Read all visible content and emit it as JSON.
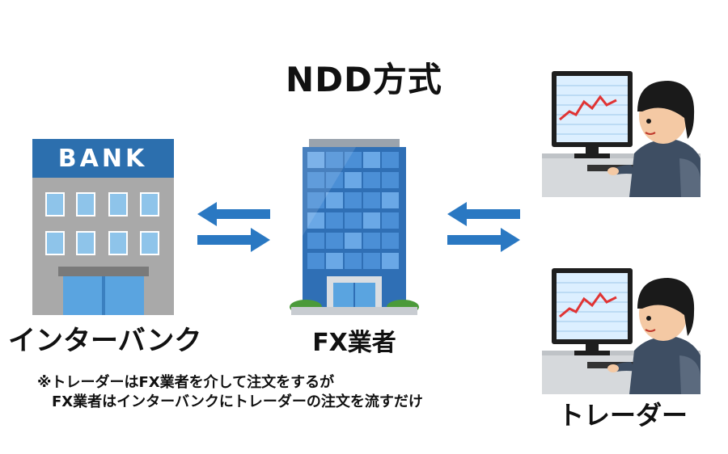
{
  "diagram": {
    "title": "NDD方式",
    "bank_sign": "BANK",
    "nodes": {
      "interbank": {
        "label": "インターバンク"
      },
      "fx_dealer": {
        "label": "FX業者"
      },
      "trader": {
        "label": "トレーダー"
      }
    },
    "note": {
      "line1": "※トレーダーはFX業者を介して注文をするが",
      "line2": "FX業者はインターバンクにトレーダーの注文を流すだけ"
    },
    "colors": {
      "arrow": "#2a78c2",
      "bank_header": "#2c6fae",
      "bank_body": "#a9a9a9",
      "building_glass": "#4b8fd6",
      "monitor_line": "#e03434",
      "trader_shirt": "#3e4e63"
    }
  }
}
